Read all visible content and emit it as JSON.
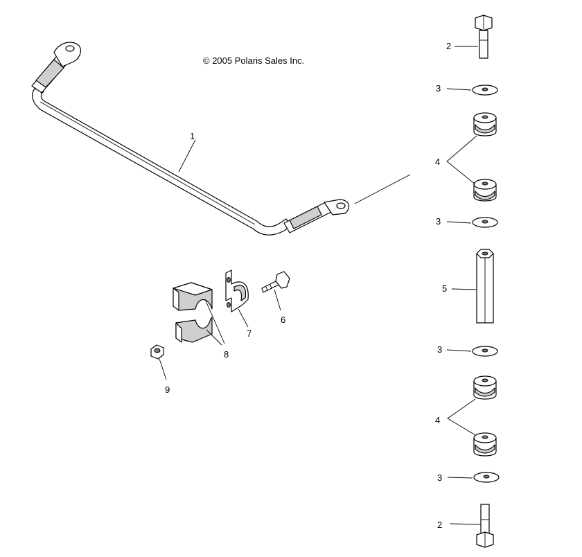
{
  "copyright": "© 2005 Polaris Sales Inc.",
  "callouts": {
    "sway_bar": "1",
    "bolt_top": "2",
    "washer_a": "3",
    "bushing_upper": "4",
    "washer_b": "3",
    "spacer": "5",
    "washer_c": "3",
    "bushing_lower": "4",
    "washer_d": "3",
    "bolt_bottom": "2",
    "bolt_clamp": "6",
    "bracket": "7",
    "bushing_split": "8",
    "nut": "9"
  }
}
